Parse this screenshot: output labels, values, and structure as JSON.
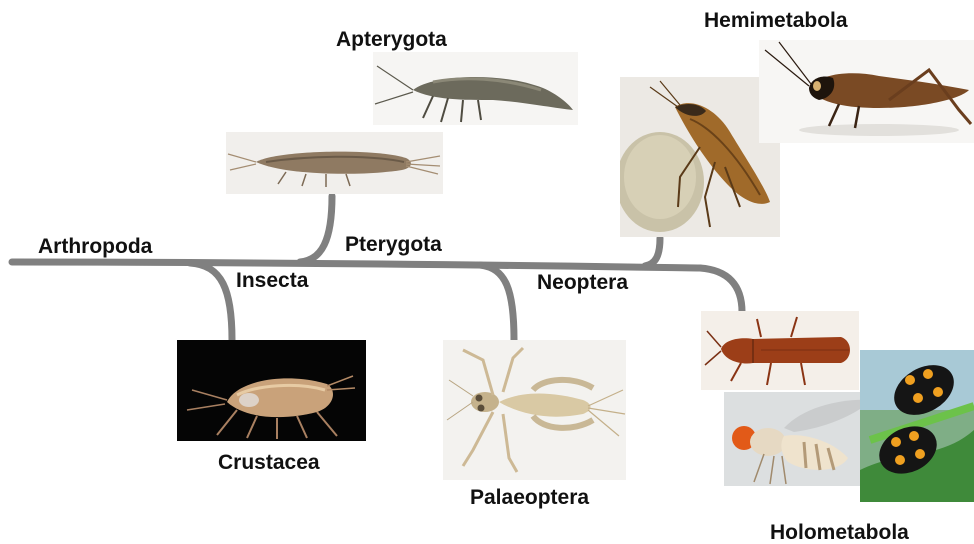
{
  "labels": {
    "arthropoda": "Arthropoda",
    "insecta": "Insecta",
    "pterygota": "Pterygota",
    "neoptera": "Neoptera",
    "apterygota": "Apterygota",
    "hemimetabola": "Hemimetabola",
    "crustacea": "Crustacea",
    "palaeoptera": "Palaeoptera",
    "holometabola": "Holometabola"
  },
  "colors": {
    "branch": "#808080",
    "label": "#111111"
  },
  "photos": [
    {
      "name": "crustacea-amphipod-photo",
      "subject": "amphipod on black background"
    },
    {
      "name": "apterygota-silverfish-photo",
      "subject": "silverfish"
    },
    {
      "name": "apterygota-bristletail-photo",
      "subject": "jumping bristletail"
    },
    {
      "name": "palaeoptera-mayfly-nymph-photo",
      "subject": "mayfly nymph"
    },
    {
      "name": "hemimetabola-cockroach-photo",
      "subject": "cockroach with ootheca"
    },
    {
      "name": "hemimetabola-cricket-photo",
      "subject": "cricket"
    },
    {
      "name": "holometabola-beetle-photo",
      "subject": "flour beetle"
    },
    {
      "name": "holometabola-drosophila-photo",
      "subject": "fruit fly"
    },
    {
      "name": "holometabola-ladybird-photo",
      "subject": "spotted beetles on leaf"
    }
  ]
}
